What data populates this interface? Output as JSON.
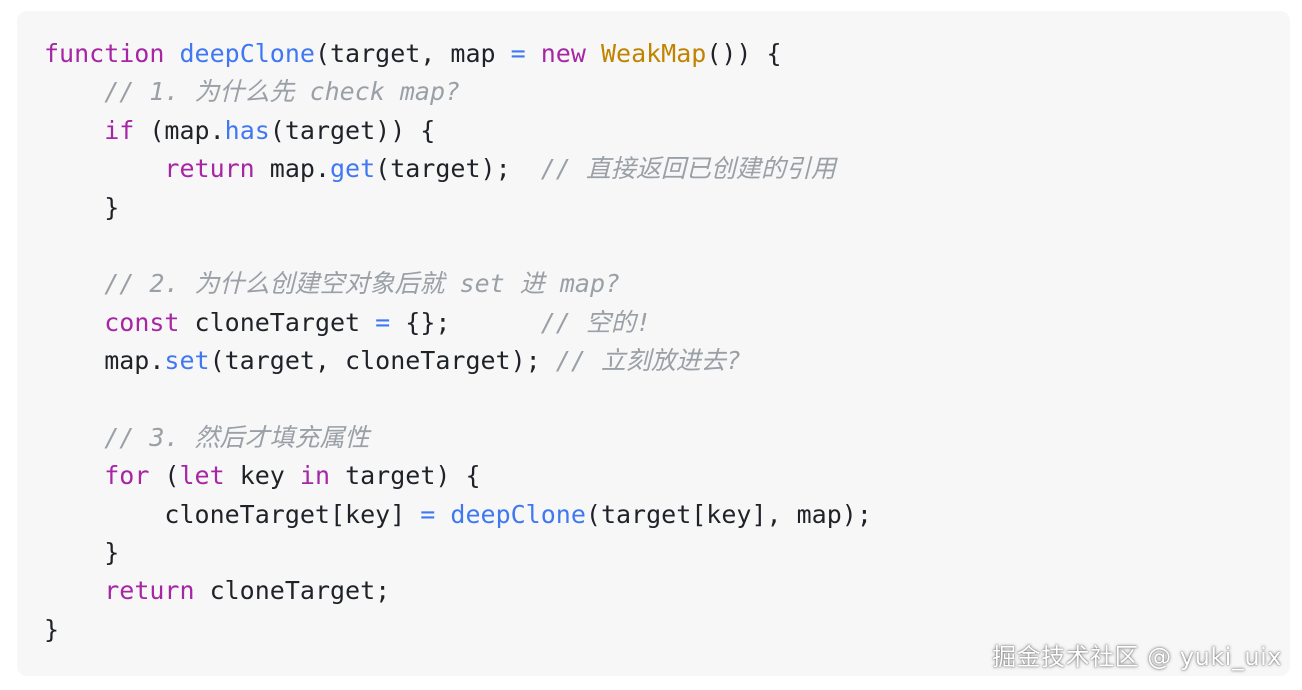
{
  "code": {
    "language": "javascript",
    "lines": [
      [
        {
          "text": "function",
          "kind": "keyword"
        },
        {
          "text": " ",
          "kind": "plain"
        },
        {
          "text": "deepClone",
          "kind": "function"
        },
        {
          "text": "(target, map ",
          "kind": "plain"
        },
        {
          "text": "=",
          "kind": "operator"
        },
        {
          "text": " ",
          "kind": "plain"
        },
        {
          "text": "new",
          "kind": "keyword"
        },
        {
          "text": " ",
          "kind": "plain"
        },
        {
          "text": "WeakMap",
          "kind": "class"
        },
        {
          "text": "()) {",
          "kind": "plain"
        }
      ],
      [
        {
          "text": "    ",
          "kind": "plain"
        },
        {
          "text": "// 1. 为什么先 check map?",
          "kind": "comment"
        }
      ],
      [
        {
          "text": "    ",
          "kind": "plain"
        },
        {
          "text": "if",
          "kind": "keyword"
        },
        {
          "text": " (map.",
          "kind": "plain"
        },
        {
          "text": "has",
          "kind": "function"
        },
        {
          "text": "(target)) {",
          "kind": "plain"
        }
      ],
      [
        {
          "text": "        ",
          "kind": "plain"
        },
        {
          "text": "return",
          "kind": "keyword"
        },
        {
          "text": " map.",
          "kind": "plain"
        },
        {
          "text": "get",
          "kind": "function"
        },
        {
          "text": "(target);  ",
          "kind": "plain"
        },
        {
          "text": "// 直接返回已创建的引用",
          "kind": "comment"
        }
      ],
      [
        {
          "text": "    }",
          "kind": "plain"
        }
      ],
      [],
      [
        {
          "text": "    ",
          "kind": "plain"
        },
        {
          "text": "// 2. 为什么创建空对象后就 set 进 map?",
          "kind": "comment"
        }
      ],
      [
        {
          "text": "    ",
          "kind": "plain"
        },
        {
          "text": "const",
          "kind": "keyword"
        },
        {
          "text": " cloneTarget ",
          "kind": "plain"
        },
        {
          "text": "=",
          "kind": "operator"
        },
        {
          "text": " {};      ",
          "kind": "plain"
        },
        {
          "text": "// 空的!",
          "kind": "comment"
        }
      ],
      [
        {
          "text": "    map.",
          "kind": "plain"
        },
        {
          "text": "set",
          "kind": "function"
        },
        {
          "text": "(target, cloneTarget); ",
          "kind": "plain"
        },
        {
          "text": "// 立刻放进去?",
          "kind": "comment"
        }
      ],
      [],
      [
        {
          "text": "    ",
          "kind": "plain"
        },
        {
          "text": "// 3. 然后才填充属性",
          "kind": "comment"
        }
      ],
      [
        {
          "text": "    ",
          "kind": "plain"
        },
        {
          "text": "for",
          "kind": "keyword"
        },
        {
          "text": " (",
          "kind": "plain"
        },
        {
          "text": "let",
          "kind": "keyword"
        },
        {
          "text": " key ",
          "kind": "plain"
        },
        {
          "text": "in",
          "kind": "keyword"
        },
        {
          "text": " target) {",
          "kind": "plain"
        }
      ],
      [
        {
          "text": "        cloneTarget[key] ",
          "kind": "plain"
        },
        {
          "text": "=",
          "kind": "operator"
        },
        {
          "text": " ",
          "kind": "plain"
        },
        {
          "text": "deepClone",
          "kind": "function"
        },
        {
          "text": "(target[key], map);",
          "kind": "plain"
        }
      ],
      [
        {
          "text": "    }",
          "kind": "plain"
        }
      ],
      [
        {
          "text": "    ",
          "kind": "plain"
        },
        {
          "text": "return",
          "kind": "keyword"
        },
        {
          "text": " cloneTarget;",
          "kind": "plain"
        }
      ],
      [
        {
          "text": "}",
          "kind": "plain"
        }
      ]
    ]
  },
  "watermark": "掘金技术社区 @ yuki_uix",
  "colors": {
    "background": "#f7f7f8",
    "keyword": "#a626a4",
    "function": "#4078f2",
    "class": "#c18401",
    "operator": "#4078f2",
    "comment": "#9aa0a6",
    "plain": "#1f2328"
  }
}
